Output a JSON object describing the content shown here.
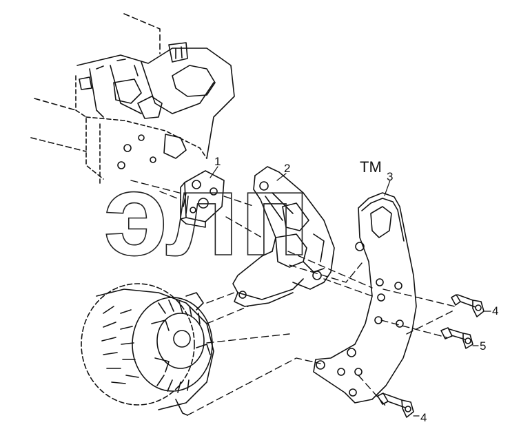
{
  "callouts": {
    "c1": "1",
    "c2": "2",
    "c3": "3",
    "c4a": "4",
    "c5": "5",
    "c4b": "4"
  },
  "watermark": {
    "letters": "элп",
    "tm": "TM"
  },
  "colors": {
    "line": "#111111",
    "watermark_fill": "#ffffff",
    "background": "#ffffff"
  }
}
